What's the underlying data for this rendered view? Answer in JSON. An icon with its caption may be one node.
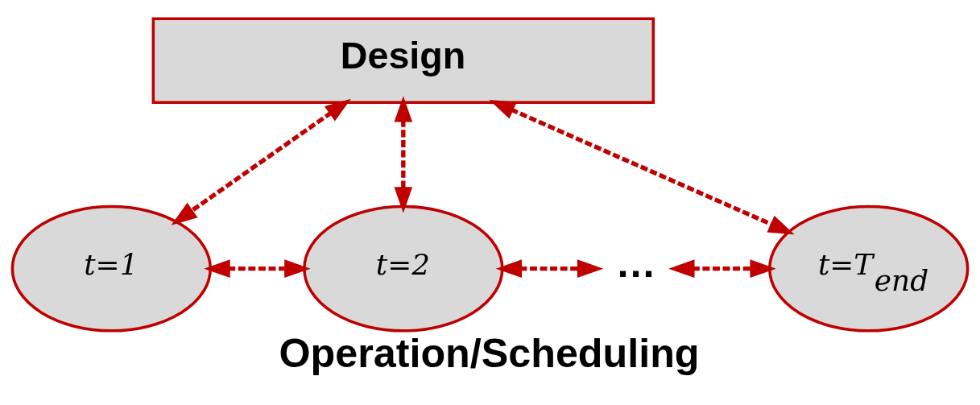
{
  "diagram": {
    "caption": "Operation/Scheduling",
    "nodes": [
      {
        "text": [
          "Design"
        ]
      },
      {
        "text": [
          "t=1"
        ]
      },
      {
        "text": [
          "t=2"
        ]
      },
      {
        "text": [
          "…"
        ]
      },
      {
        "text": [
          "t=T$_{end}$"
        ]
      }
    ],
    "edges": [
      {
        "from": 0,
        "to": 1,
        "arrow": "both"
      },
      {
        "from": 0,
        "to": 2,
        "arrow": "both"
      },
      {
        "from": 0,
        "to": 4,
        "arrow": "both"
      },
      {
        "from": 1,
        "to": 2,
        "arrow": "both"
      },
      {
        "from": 2,
        "to": 3,
        "arrow": "both"
      },
      {
        "from": 3,
        "to": 4,
        "arrow": "both"
      }
    ]
  }
}
